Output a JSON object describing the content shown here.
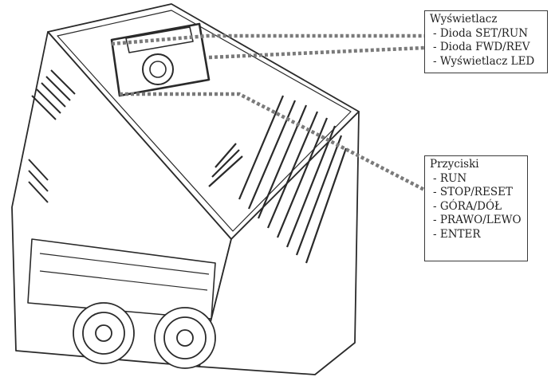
{
  "callouts": {
    "display": {
      "title": "Wyświetlacz",
      "items": [
        "- Dioda SET/RUN",
        "- Dioda FWD/REV",
        "- Wyświetlacz LED"
      ]
    },
    "buttons": {
      "title": "Przyciski",
      "items": [
        "- RUN",
        "- STOP/RESET",
        "- GÓRA/DÓŁ",
        "- PRAWO/LEWO",
        "- ENTER"
      ]
    }
  },
  "colors": {
    "line": "#2a2a2a",
    "dotted_leader": "#7a7a7a",
    "panel_fill": "#ffffff"
  }
}
